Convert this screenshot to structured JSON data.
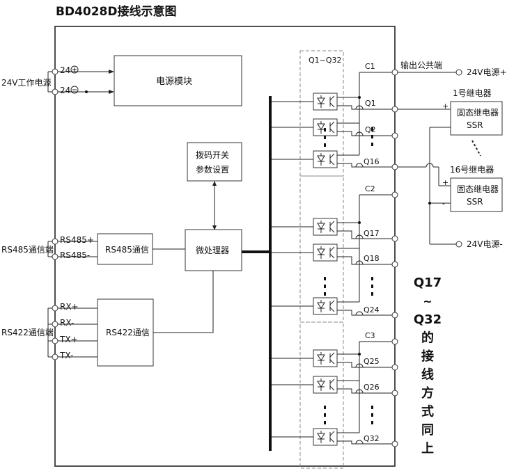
{
  "title": "BD4028D接线示意图",
  "left": {
    "power": "24V工作电源",
    "rs485": "RS485通信端",
    "rs422": "RS422通信端",
    "pin24p": "24",
    "pin24n": "24",
    "rs485p": "RS485+",
    "rs485n": "RS485-",
    "rxp": "RX+",
    "rxn": "RX-",
    "txp": "TX+",
    "txn": "TX-"
  },
  "blocks": {
    "power_module": "电源模块",
    "dip1": "拨码开关",
    "dip2": "参数设置",
    "cpu": "微处理器",
    "rs485comm": "RS485通信",
    "rs422comm": "RS422通信"
  },
  "outputs": {
    "group_label": "Q1~Q32",
    "c1": "C1",
    "c2": "C2",
    "c3": "C3",
    "q1": "Q1",
    "q2": "Q2",
    "q16": "Q16",
    "q17": "Q17",
    "q18": "Q18",
    "q24": "Q24",
    "q25": "Q25",
    "q26": "Q26",
    "q32": "Q32"
  },
  "right": {
    "common": "输出公共端",
    "v24p": "24V电源+",
    "v24n": "24V电源-",
    "relay1": "1号继电器",
    "relay16": "16号继电器",
    "ssr_name": "固态继电器",
    "ssr": "SSR",
    "plus": "+",
    "minus": "-"
  },
  "note": [
    "Q17",
    "~",
    "Q32",
    "的",
    "接",
    "线",
    "方",
    "式",
    "同",
    "上"
  ]
}
